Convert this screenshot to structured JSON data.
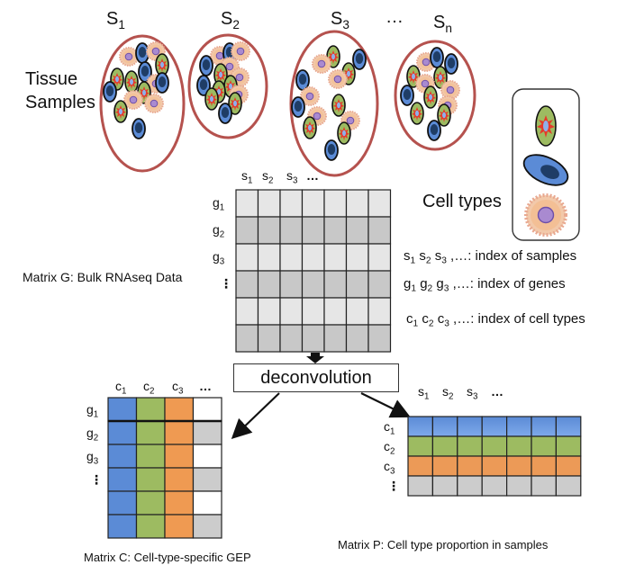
{
  "tissue_label": [
    "Tissue",
    "Samples"
  ],
  "samples": [
    {
      "label": "S",
      "sub": "1"
    },
    {
      "label": "S",
      "sub": "2"
    },
    {
      "label": "S",
      "sub": "3"
    },
    {
      "label": "…",
      "sub": ""
    },
    {
      "label": "S",
      "sub": "n"
    }
  ],
  "cell_types_label": "Cell types",
  "cell_type_icons": [
    "green-cell-icon",
    "blue-cell-icon",
    "spiky-cell-icon"
  ],
  "legend": [
    {
      "prefix": [
        "s",
        "s",
        "s"
      ],
      "text": ",…: index of samples"
    },
    {
      "prefix": [
        "g",
        "g",
        "g"
      ],
      "text": ",…: index of genes"
    },
    {
      "prefix": [
        "c",
        "c",
        "c"
      ],
      "text": ",…: index of cell types"
    }
  ],
  "matrix_g": {
    "label": "Matrix G: Bulk RNAseq Data",
    "col_headers": [
      "s1",
      "s2",
      "s3",
      "…"
    ],
    "row_headers": [
      "g1",
      "g2",
      "g3",
      "⋮"
    ],
    "rows": 6,
    "cols": 7,
    "colors": {
      "light": "#e6e6e6",
      "dark": "#c8c8c8"
    }
  },
  "deconvolution_label": "deconvolution",
  "matrix_c": {
    "label": "Matrix C: Cell-type-specific GEP",
    "col_headers": [
      "c1",
      "c2",
      "c3",
      "…"
    ],
    "row_headers": [
      "g1",
      "g2",
      "g3",
      "⋮"
    ],
    "rows": 6,
    "colors": {
      "c1": "#5b8bd6",
      "c2": "#9dbb61",
      "c3": "#ef9a52",
      "other_light": "#ffffff",
      "other_dark": "#cccccc"
    }
  },
  "matrix_p": {
    "label": "Matrix P: Cell type proportion in samples",
    "col_headers": [
      "s1",
      "s2",
      "s3",
      "…"
    ],
    "row_headers": [
      "c1",
      "c2",
      "c3",
      "⋮"
    ],
    "cols": 7,
    "colors": {
      "c1": "#7ea9ea",
      "c2": "#9dbb61",
      "c3": "#ec9a57",
      "other": "#cccccc"
    }
  },
  "colors": {
    "sample_outline": "#b5524e",
    "green_cell": "#9dbb61",
    "blue_cell": "#5b8bd6",
    "blue_nucleus": "#1f3d66",
    "spiky_cell": "#f2b98a",
    "spiky_nucleus": "#a98ad0"
  }
}
